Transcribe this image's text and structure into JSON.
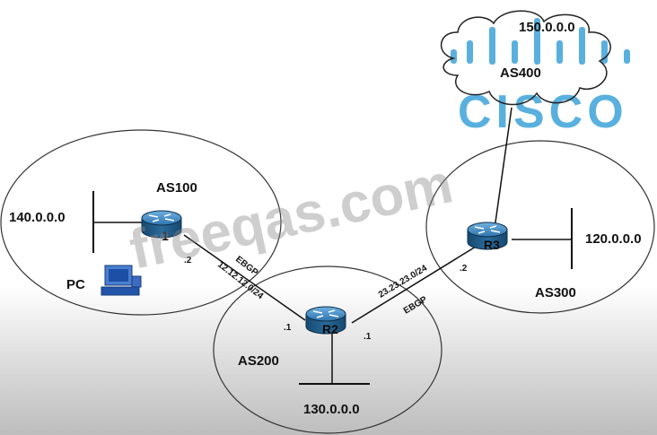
{
  "diagram": {
    "as_labels": {
      "as100": "AS100",
      "as200": "AS200",
      "as300": "AS300",
      "as400": "AS400"
    },
    "networks": {
      "n140": "140.0.0.0",
      "n130": "130.0.0.0",
      "n120": "120.0.0.0",
      "n150": "150.0.0.0"
    },
    "routers": {
      "r1": "1",
      "r2": "R2",
      "r3": "R3"
    },
    "interfaces": {
      "r1_r2_side": ".2",
      "r2_left": ".1",
      "r2_right": ".1",
      "r3_r2_side": ".2"
    },
    "links": {
      "left_subnet": "12.12.12.0/24",
      "left_protocol": "EBGP",
      "right_subnet": "23.23.23.0/24",
      "right_protocol": "EBGP"
    },
    "pc_label": "PC",
    "watermark": "freeqas.com",
    "logo_text": "CISCO"
  },
  "colors": {
    "router_top": "#4a8fc4",
    "router_body": "#1f5f8f",
    "logo_blue": "#2b9ad6",
    "pc_blue": "#2255aa"
  }
}
